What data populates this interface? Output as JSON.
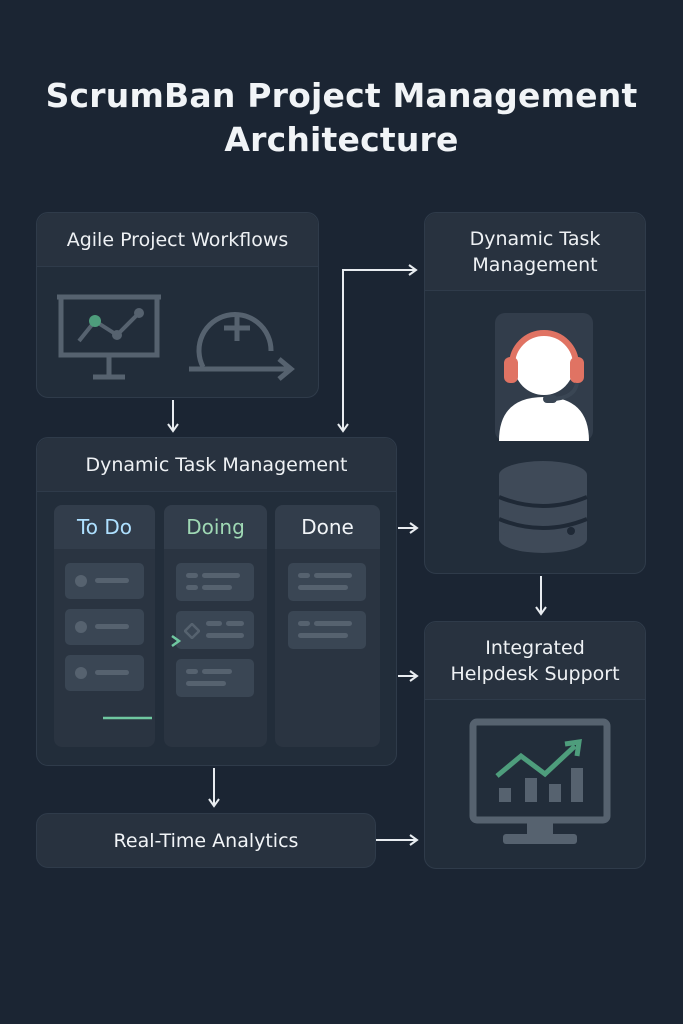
{
  "title": {
    "line1": "ScrumBan Project Management",
    "line2": "Architecture"
  },
  "agile": {
    "label": "Agile Project Workflows"
  },
  "dynamic_right": {
    "line1": "Dynamic Task",
    "line2": "Management"
  },
  "board": {
    "label": "Dynamic Task Management",
    "columns": [
      {
        "label": "To Do",
        "color": "#aee0ff"
      },
      {
        "label": "Doing",
        "color": "#9fd8b4"
      },
      {
        "label": "Done",
        "color": "#f1f4f7"
      }
    ]
  },
  "helpdesk": {
    "line1": "Integrated",
    "line2": "Helpdesk Support"
  },
  "analytics": {
    "label": "Real-Time Analytics"
  },
  "colors": {
    "background": "#1b2533",
    "accent_green": "#6fc7a0",
    "headset": "#e07363",
    "arrow": "#e8ecf0"
  }
}
